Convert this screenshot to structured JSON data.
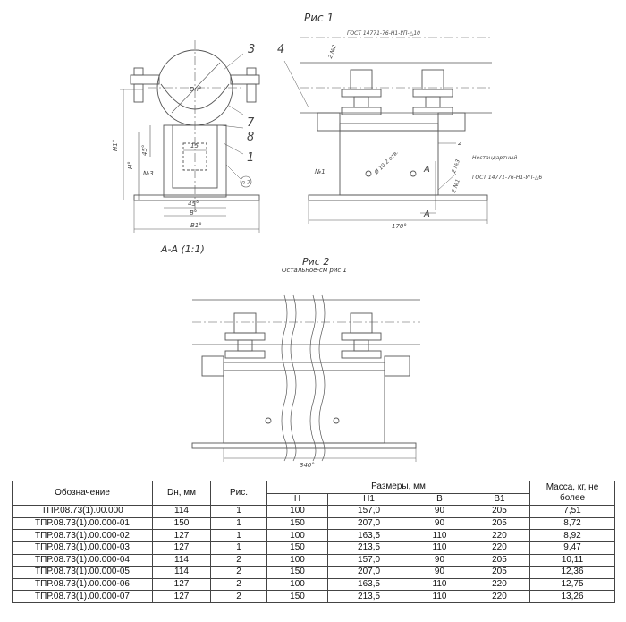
{
  "figure1": {
    "title": "Рис 1",
    "section_label": "А-А (1:1)",
    "labels": {
      "n3": "3",
      "n4": "4",
      "n7": "7",
      "n8": "8",
      "n1": "1",
      "dn": "Dн°",
      "h1": "H1°",
      "h": "H°",
      "dim15": "15",
      "dim45a": "45°",
      "dim45b": "45°",
      "b": "B°",
      "b1": "B1°",
      "no3": "№3",
      "p7": "п 7",
      "gost1": "ГОСТ 14771-76-Н1-УП-△10",
      "no2": "2 №2",
      "nest": "Нестандартный",
      "dim2": "2",
      "no3b": "2 №3",
      "gost2": "ГОСТ 14771-76-Н1-УП-△6",
      "no1b": "2 №1",
      "no1": "№1",
      "a1": "А",
      "a2": "А",
      "hole": "Ø 10 2 отв.",
      "dim170": "170°"
    }
  },
  "figure2": {
    "title": "Рис 2",
    "subtitle": "Остальное-см рис 1",
    "dim340": "340°"
  },
  "table": {
    "headers": {
      "designation": "Обозначение",
      "dn": "Dн, мм",
      "fig": "Рис.",
      "sizes": "Размеры, мм",
      "mass": "Масса, кг, не более",
      "h": "H",
      "h1": "H1",
      "b": "B",
      "b1": "B1"
    },
    "rows": [
      {
        "code": "ТПР.08.73(1).00.000",
        "dn": "114",
        "fig": "1",
        "h": "100",
        "h1": "157,0",
        "b": "90",
        "b1": "205",
        "mass": "7,51"
      },
      {
        "code": "ТПР.08.73(1).00.000-01",
        "dn": "150",
        "fig": "1",
        "h": "150",
        "h1": "207,0",
        "b": "90",
        "b1": "205",
        "mass": "8,72"
      },
      {
        "code": "ТПР.08.73(1).00.000-02",
        "dn": "127",
        "fig": "1",
        "h": "100",
        "h1": "163,5",
        "b": "110",
        "b1": "220",
        "mass": "8,92"
      },
      {
        "code": "ТПР.08.73(1).00.000-03",
        "dn": "127",
        "fig": "1",
        "h": "150",
        "h1": "213,5",
        "b": "110",
        "b1": "220",
        "mass": "9,47"
      },
      {
        "code": "ТПР.08.73(1).00.000-04",
        "dn": "114",
        "fig": "2",
        "h": "100",
        "h1": "157,0",
        "b": "90",
        "b1": "205",
        "mass": "10,11"
      },
      {
        "code": "ТПР.08.73(1).00.000-05",
        "dn": "114",
        "fig": "2",
        "h": "150",
        "h1": "207,0",
        "b": "90",
        "b1": "205",
        "mass": "12,36"
      },
      {
        "code": "ТПР.08.73(1).00.000-06",
        "dn": "127",
        "fig": "2",
        "h": "100",
        "h1": "163,5",
        "b": "110",
        "b1": "220",
        "mass": "12,75"
      },
      {
        "code": "ТПР.08.73(1).00.000-07",
        "dn": "127",
        "fig": "2",
        "h": "150",
        "h1": "213,5",
        "b": "110",
        "b1": "220",
        "mass": "13,26"
      }
    ]
  }
}
